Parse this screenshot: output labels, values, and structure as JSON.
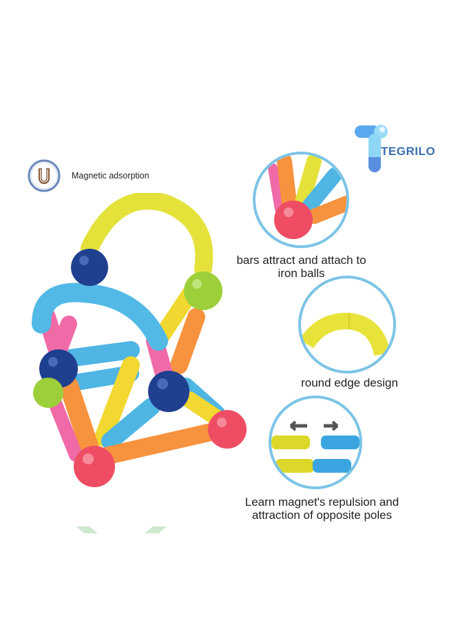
{
  "brand": {
    "name": "TEGRILO",
    "colors": {
      "primary": "#3a6fb0",
      "light": "#8ed6f5",
      "mid": "#5a9be0"
    }
  },
  "badge": {
    "icon": "magnet-icon",
    "label": "Magnetic adsorption"
  },
  "features": [
    {
      "icon": "ball-joint-closeup",
      "caption_line1": "bars attract and attach to",
      "caption_line2": "iron balls"
    },
    {
      "icon": "curved-bar-closeup",
      "caption_line1": "round edge design",
      "caption_line2": ""
    },
    {
      "icon": "polarity-demo",
      "caption_line1": "Learn magnet's repulsion and",
      "caption_line2": "attraction of opposite poles"
    }
  ],
  "colors": {
    "ring": "#7cc4e6",
    "yellow": "#e8e33a",
    "blue": "#4fb5e3",
    "orange": "#f7923e",
    "pink": "#f06aa8",
    "red": "#ee4d63",
    "navy": "#1f3f8f",
    "green": "#9ccf3a"
  }
}
